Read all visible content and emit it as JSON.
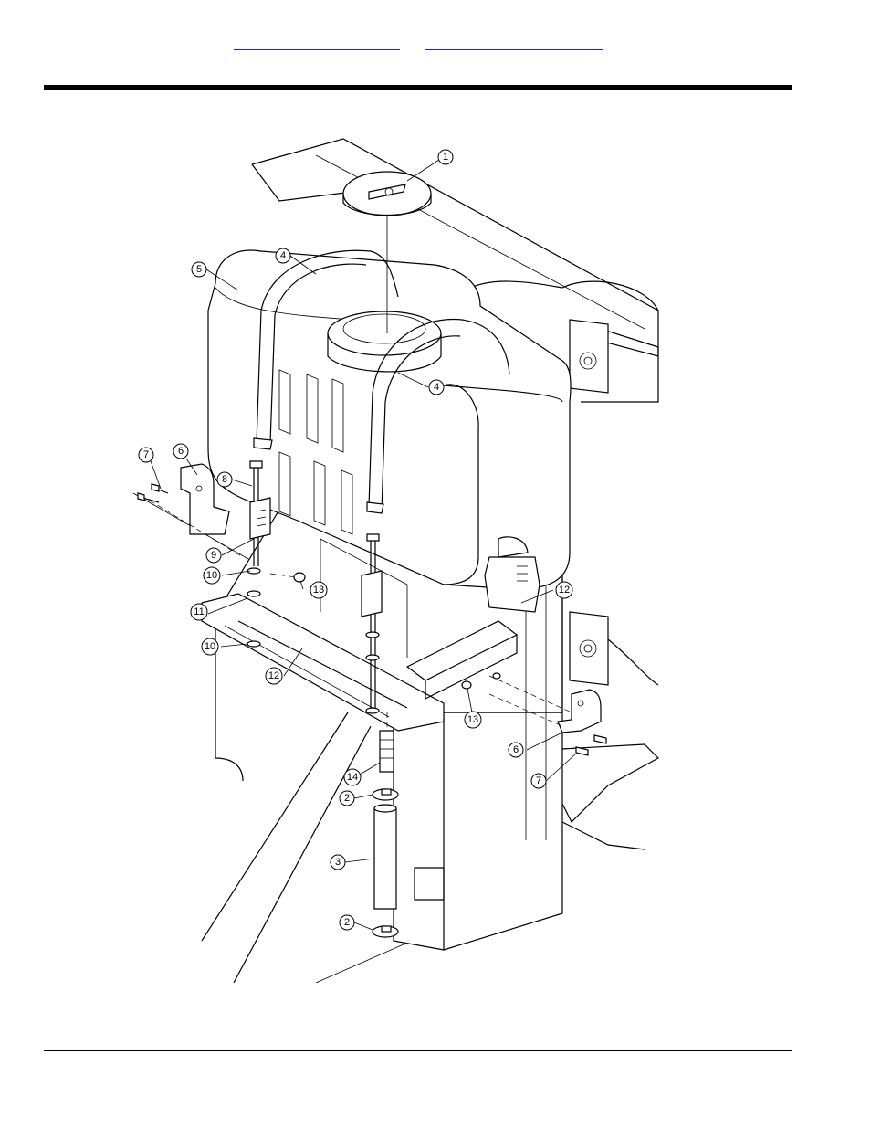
{
  "header": {
    "links": [
      {
        "label": ""
      },
      {
        "label": ""
      }
    ]
  },
  "drawing": {
    "callouts": [
      {
        "label": "1"
      },
      {
        "label": "2"
      },
      {
        "label": "2"
      },
      {
        "label": "3"
      },
      {
        "label": "4"
      },
      {
        "label": "4"
      },
      {
        "label": "5"
      },
      {
        "label": "6"
      },
      {
        "label": "6"
      },
      {
        "label": "7"
      },
      {
        "label": "7"
      },
      {
        "label": "8"
      },
      {
        "label": "9"
      },
      {
        "label": "10"
      },
      {
        "label": "10"
      },
      {
        "label": "11"
      },
      {
        "label": "12"
      },
      {
        "label": "12"
      },
      {
        "label": "13"
      },
      {
        "label": "13"
      },
      {
        "label": "14"
      }
    ]
  }
}
